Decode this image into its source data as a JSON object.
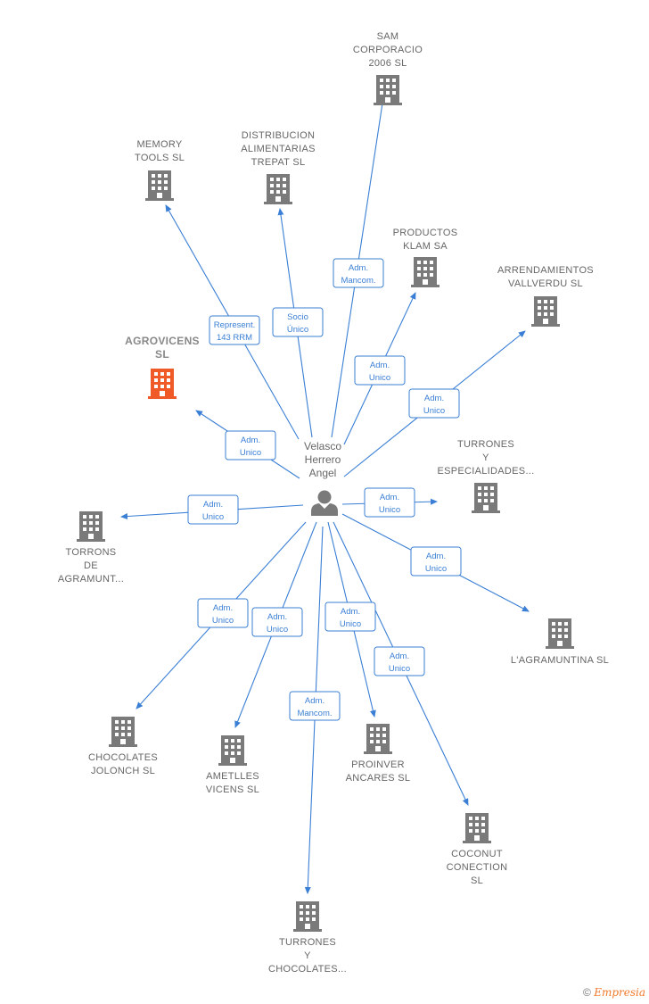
{
  "center": {
    "name_lines": [
      "Velasco",
      "Herrero",
      "Angel"
    ],
    "icon": "person-icon"
  },
  "colors": {
    "edge": "#3a7fd5",
    "company": "#7a7a7a",
    "highlight": "#f05a28"
  },
  "companies": [
    {
      "id": "sam-corporacio",
      "lines": [
        "SAM",
        "CORPORACIO",
        "2006  SL"
      ],
      "rel": [
        "Adm.",
        "Mancom."
      ],
      "highlight": false
    },
    {
      "id": "distribucion-alimentarias",
      "lines": [
        "DISTRIBUCION",
        "ALIMENTARIAS",
        "TREPAT  SL"
      ],
      "rel": [
        "Socio",
        "Único"
      ],
      "highlight": false
    },
    {
      "id": "memory-tools",
      "lines": [
        "MEMORY",
        "TOOLS  SL"
      ],
      "rel": [
        "Represent.",
        "143 RRM"
      ],
      "highlight": false
    },
    {
      "id": "productos-klam",
      "lines": [
        "PRODUCTOS",
        "KLAM SA"
      ],
      "rel": [
        "Adm.",
        "Unico"
      ],
      "highlight": false
    },
    {
      "id": "arrendamientos-vallverdu",
      "lines": [
        "ARRENDAMIENTOS",
        "VALLVERDU SL"
      ],
      "rel": [
        "Adm.",
        "Unico"
      ],
      "highlight": false
    },
    {
      "id": "agrovicens",
      "lines": [
        "AGROVICENS",
        "SL"
      ],
      "rel": [
        "Adm.",
        "Unico"
      ],
      "highlight": true
    },
    {
      "id": "turrones-especialidades",
      "lines": [
        "TURRONES",
        "Y",
        "ESPECIALIDADES..."
      ],
      "rel": [
        "Adm.",
        "Unico"
      ],
      "highlight": false
    },
    {
      "id": "torrons-agramunt",
      "lines": [
        "TORRONS",
        "DE",
        "AGRAMUNT..."
      ],
      "rel": [
        "Adm.",
        "Unico"
      ],
      "highlight": false
    },
    {
      "id": "lagramuntina",
      "lines": [
        "L'AGRAMUNTINA SL"
      ],
      "rel": [
        "Adm.",
        "Unico"
      ],
      "highlight": false
    },
    {
      "id": "chocolates-jolonch",
      "lines": [
        "CHOCOLATES",
        "JOLONCH SL"
      ],
      "rel": [
        "Adm.",
        "Unico"
      ],
      "highlight": false
    },
    {
      "id": "ametlles-vicens",
      "lines": [
        "AMETLLES",
        "VICENS  SL"
      ],
      "rel": [
        "Adm.",
        "Unico"
      ],
      "highlight": false
    },
    {
      "id": "proinver-ancares",
      "lines": [
        "PROINVER",
        "ANCARES SL"
      ],
      "rel": [
        "Adm.",
        "Unico"
      ],
      "highlight": false
    },
    {
      "id": "coconut-conection",
      "lines": [
        "COCONUT",
        "CONECTION",
        "SL"
      ],
      "rel": [
        "Adm.",
        "Unico"
      ],
      "highlight": false
    },
    {
      "id": "turrones-chocolates",
      "lines": [
        "TURRONES",
        "Y",
        "CHOCOLATES..."
      ],
      "rel": [
        "Adm.",
        "Mancom."
      ],
      "highlight": false
    }
  ],
  "footer": {
    "copyright": "©",
    "brand": "Empresia"
  }
}
